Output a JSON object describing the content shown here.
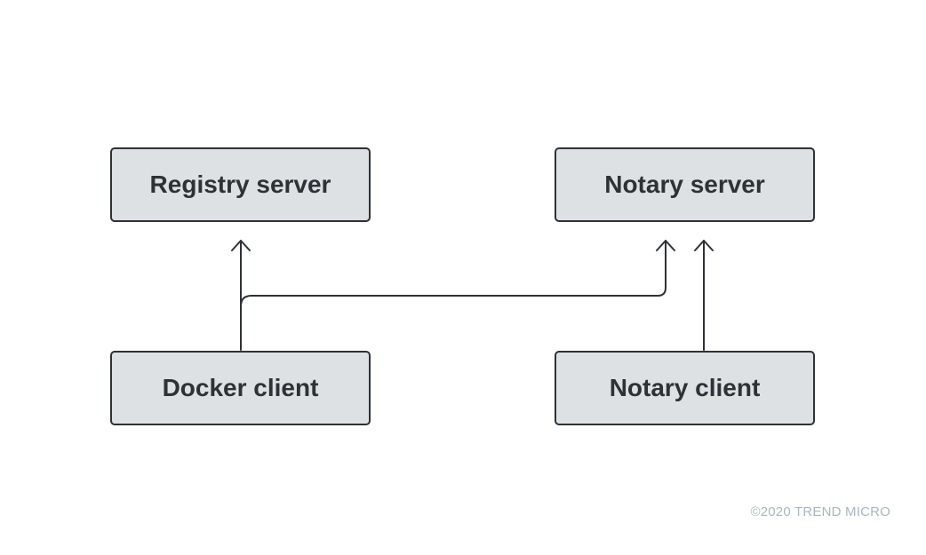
{
  "nodes": {
    "registry_server": "Registry server",
    "notary_server": "Notary server",
    "docker_client": "Docker client",
    "notary_client": "Notary client"
  },
  "edges": [
    {
      "from": "Docker client",
      "to": "Registry server"
    },
    {
      "from": "Docker client",
      "to": "Notary server"
    },
    {
      "from": "Notary client",
      "to": "Notary server"
    }
  ],
  "footer": {
    "copyright": "©2020 TREND MICRO"
  },
  "colors": {
    "box_fill": "#dde1e4",
    "line": "#2e3135",
    "copyright": "#a9b7be"
  }
}
